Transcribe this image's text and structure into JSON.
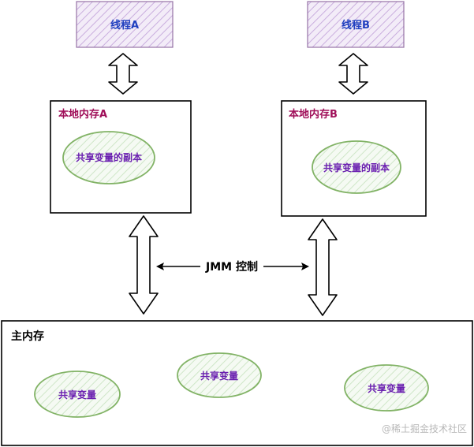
{
  "threads": {
    "a": "线程A",
    "b": "线程B"
  },
  "local_memory": {
    "a": {
      "title": "本地内存A",
      "copy_label": "共享变量的副本"
    },
    "b": {
      "title": "本地内存B",
      "copy_label": "共享变量的副本"
    }
  },
  "jmm_label": "JMM 控制",
  "main_memory": {
    "title": "主内存",
    "variables": [
      "共享变量",
      "共享变量",
      "共享变量"
    ]
  },
  "watermark": "@稀土掘金技术社区",
  "colors": {
    "thread_fill": "#e6d5f0",
    "thread_border": "#9673a6",
    "thread_text": "#1f3fbf",
    "memory_title": "#a0105a",
    "variable_border": "#82b366",
    "variable_fill": "#d5e8d4",
    "variable_text": "#6a1fb0"
  }
}
